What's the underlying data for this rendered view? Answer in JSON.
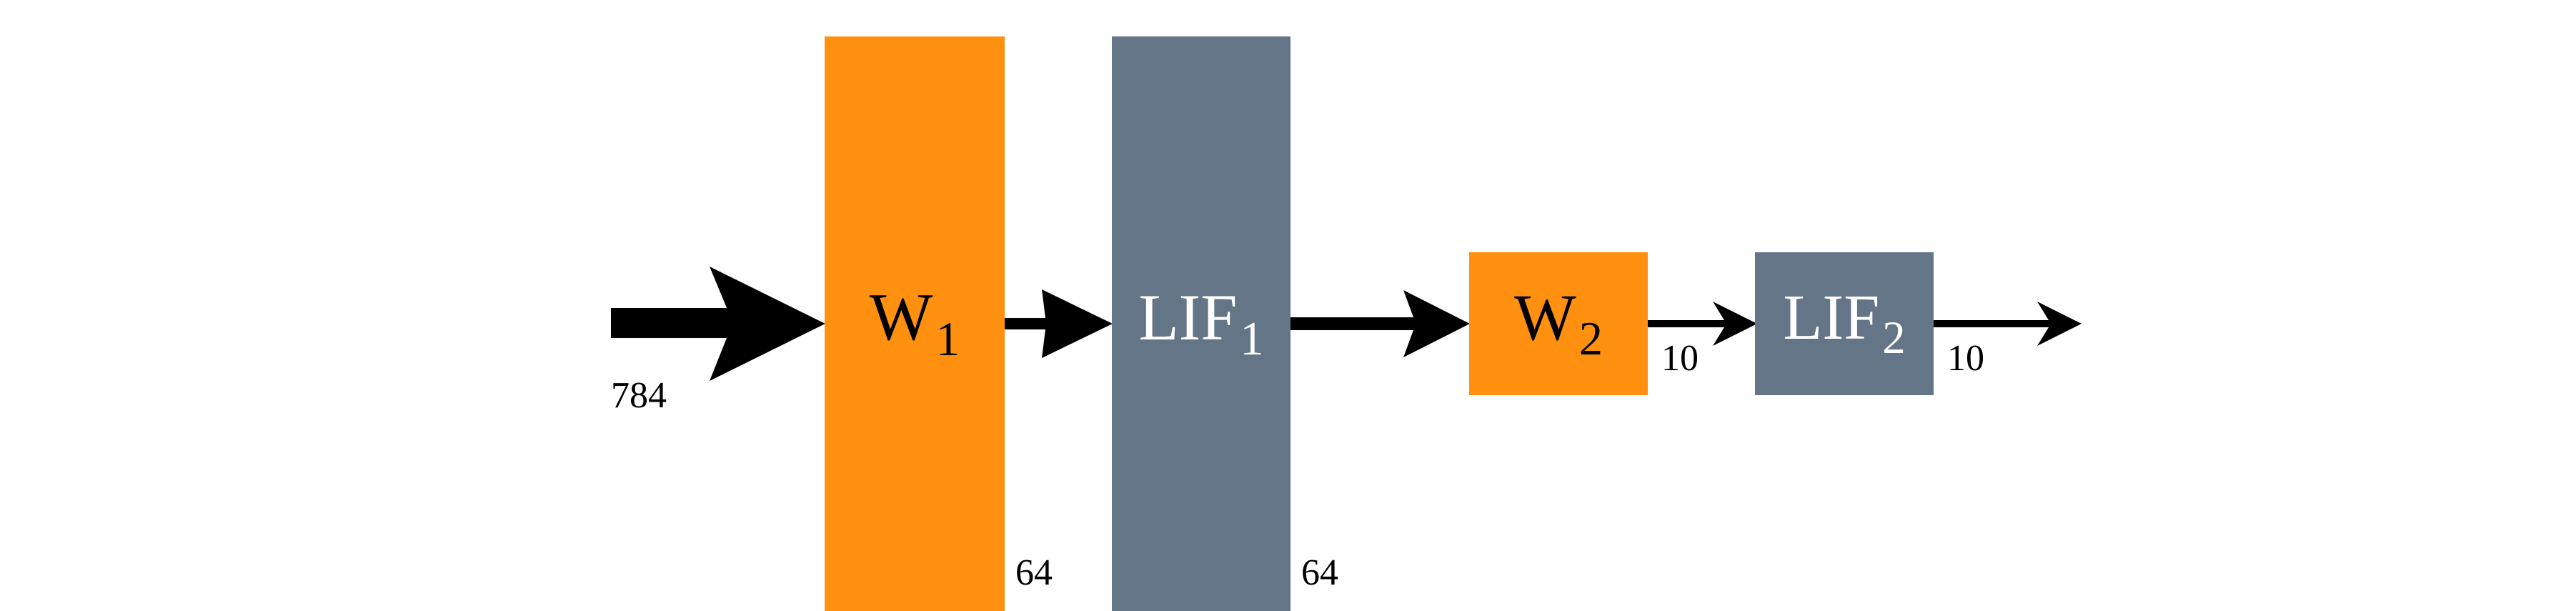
{
  "colors": {
    "weight_block": "#FF9010",
    "neuron_block": "#647587",
    "arrow": "#000000",
    "weight_text": "#000000",
    "neuron_text": "#ffffff"
  },
  "input": {
    "size_label": "784"
  },
  "blocks": {
    "w1": {
      "main": "W",
      "sub": "1",
      "size_label": "64"
    },
    "lif1": {
      "main": "LIF",
      "sub": "1",
      "size_label": "64"
    },
    "w2": {
      "main": "W",
      "sub": "2",
      "size_label": "10"
    },
    "lif2": {
      "main": "LIF",
      "sub": "2",
      "size_label": "10"
    }
  }
}
